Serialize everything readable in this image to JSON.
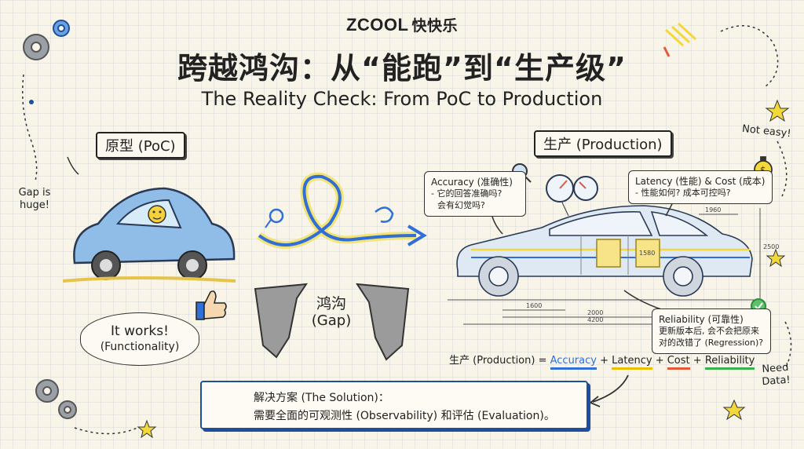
{
  "brand": {
    "name": "ZCOOL",
    "sub": "快快乐"
  },
  "title": {
    "zh": "跨越鸿沟：从“能跑”到“生产级”",
    "en": "The Reality Check: From PoC to Production"
  },
  "left": {
    "label": "原型 (PoC)",
    "note_gap": "Gap is huge!",
    "bubble_line1": "It works!",
    "bubble_line2": "(Functionality)"
  },
  "gap": {
    "zh": "鸿沟",
    "en": "(Gap)"
  },
  "right": {
    "label": "生产 (Production)",
    "note_easy": "Not easy!",
    "note_data": "Need Data!",
    "accuracy": {
      "title": "Accuracy (准确性)",
      "q1": "- 它的回答准确吗?",
      "q2": "会有幻觉吗?"
    },
    "latency": {
      "title": "Latency (性能) & Cost (成本)",
      "q1": "- 性能如何? 成本可控吗?"
    },
    "reliability": {
      "title": "Reliability (可靠性)",
      "q1": "更新版本后, 会不会把原来",
      "q2": "对的改错了 (Regression)?"
    },
    "dims": {
      "d1": "1600",
      "d2": "2000",
      "d3": "4200",
      "d4": "1960",
      "d5": "1580",
      "d6": "2500"
    }
  },
  "formula": {
    "lhs": "生产 (Production) =",
    "t1": "Accuracy",
    "t2": "Latency",
    "t3": "Cost",
    "t4": "Reliability",
    "plus": "+",
    "colors": {
      "accuracy": "#2f6fd6",
      "latency": "#e8c100",
      "cost": "#e25a3a",
      "reliability": "#3bb04f"
    }
  },
  "solution": {
    "line1": "解决方案 (The Solution)：",
    "line2": "需要全面的可观测性 (Observability) 和评估 (Evaluation)。"
  }
}
